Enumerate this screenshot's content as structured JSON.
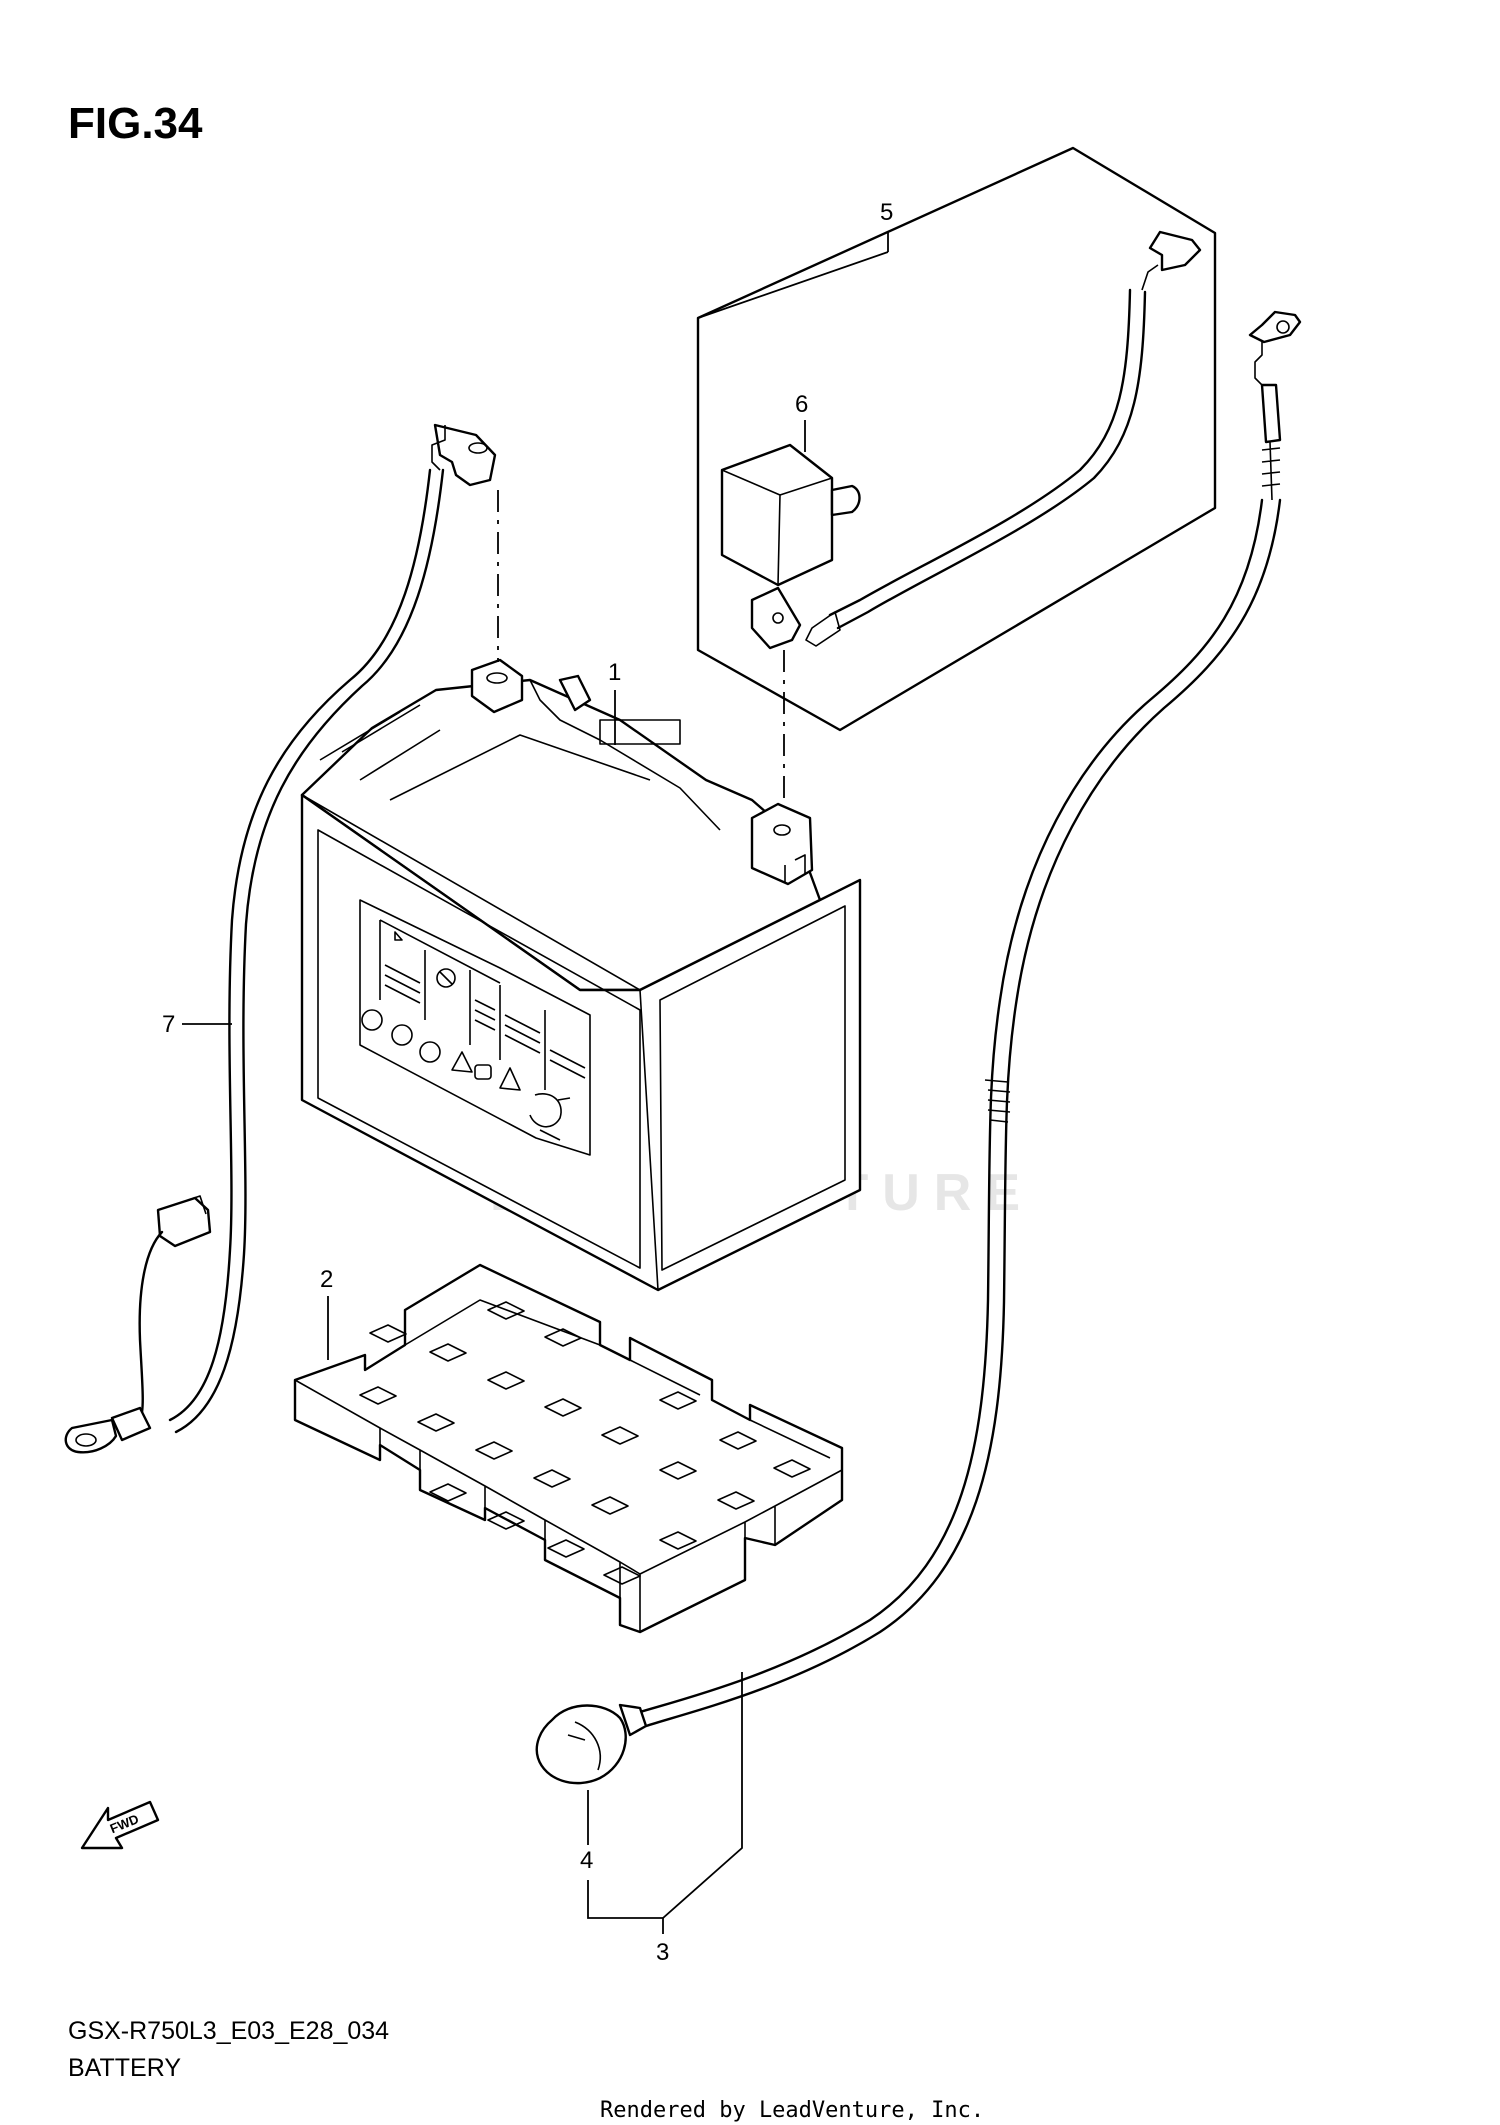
{
  "figure": {
    "title": "FIG.34",
    "model_code": "GSX-R750L3_E03_E28_034",
    "section_name": "BATTERY"
  },
  "callouts": [
    "1",
    "2",
    "3",
    "4",
    "5",
    "6",
    "7"
  ],
  "watermark_text": "LEADVENTURE",
  "fwd_label": "FWD",
  "footer_text": "Rendered by LeadVenture, Inc.",
  "colors": {
    "line": "#000000",
    "background": "#ffffff",
    "watermark": "#e6e6e6"
  },
  "icons": [
    "fwd-arrow-icon",
    "leadventure-logo-icon"
  ]
}
